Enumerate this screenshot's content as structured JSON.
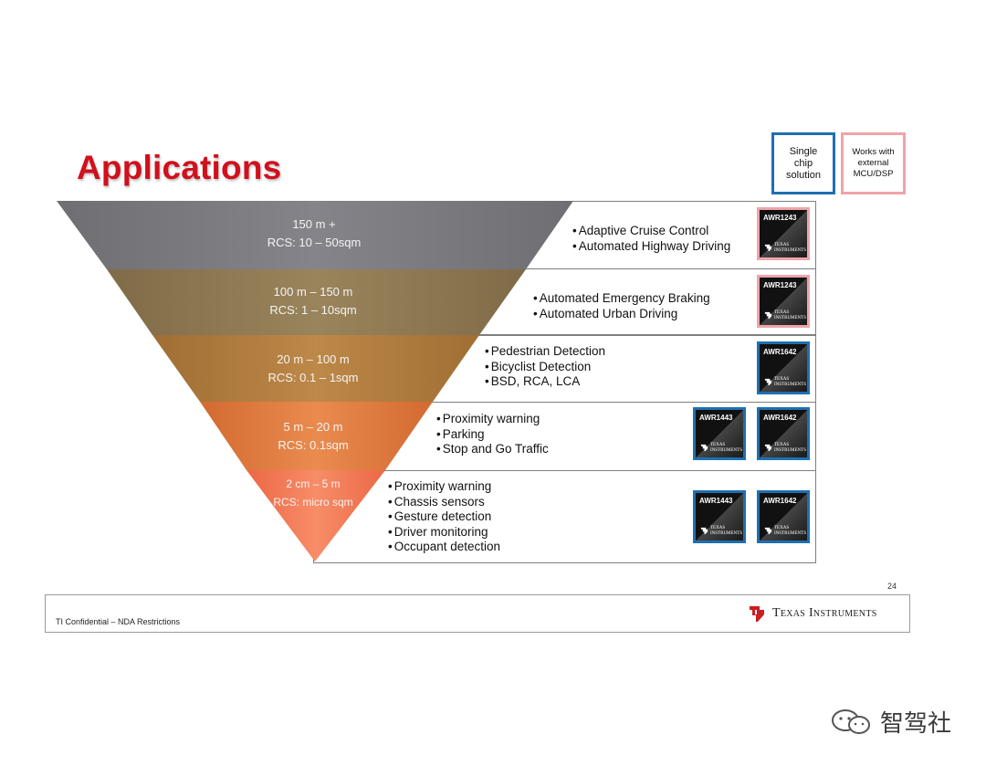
{
  "title": "Applications",
  "legend": {
    "single": [
      "Single",
      "chip",
      "solution"
    ],
    "external": [
      "Works with",
      "external",
      "MCU/DSP"
    ]
  },
  "tiers": [
    {
      "range": "150 m +",
      "rcs": "RCS: 10 – 50sqm",
      "apps": [
        "Adaptive Cruise Control",
        "Automated Highway Driving"
      ],
      "chips": [
        {
          "name": "AWR1243",
          "border": "pink"
        }
      ]
    },
    {
      "range": "100 m – 150 m",
      "rcs": "RCS: 1 – 10sqm",
      "apps": [
        "Automated Emergency Braking",
        "Automated Urban Driving"
      ],
      "chips": [
        {
          "name": "AWR1243",
          "border": "pink"
        }
      ]
    },
    {
      "range": "20 m – 100 m",
      "rcs": "RCS: 0.1 – 1sqm",
      "apps": [
        "Pedestrian Detection",
        "Bicyclist Detection",
        "BSD, RCA, LCA"
      ],
      "chips": [
        {
          "name": "AWR1642",
          "border": "blue"
        }
      ]
    },
    {
      "range": "5 m – 20 m",
      "rcs": "RCS: 0.1sqm",
      "apps": [
        "Proximity warning",
        "Parking",
        "Stop and Go Traffic"
      ],
      "chips": [
        {
          "name": "AWR1443",
          "border": "blue"
        },
        {
          "name": "AWR1642",
          "border": "blue"
        }
      ]
    },
    {
      "range": "2 cm – 5 m",
      "rcs": "RCS: micro sqm",
      "apps": [
        "Proximity warning",
        "Chassis sensors",
        "Gesture detection",
        "Driver monitoring",
        "Occupant detection"
      ],
      "chips": [
        {
          "name": "AWR1443",
          "border": "blue"
        },
        {
          "name": "AWR1642",
          "border": "blue"
        }
      ]
    }
  ],
  "chip_logo_text": [
    "TEXAS",
    "INSTRUMENTS"
  ],
  "colors": {
    "title": "#d0101c",
    "single_chip_border": "#1f6fb0",
    "external_border": "#f0a3aa",
    "tier_colors": [
      "#7d7c80",
      "#8f7a54",
      "#b07c3e",
      "#df7a3e",
      "#f07a5a"
    ]
  },
  "footer": {
    "confidential": "TI Confidential – NDA Restrictions",
    "page_number": "24",
    "brand": "Texas Instruments"
  },
  "watermark": "智驾社"
}
